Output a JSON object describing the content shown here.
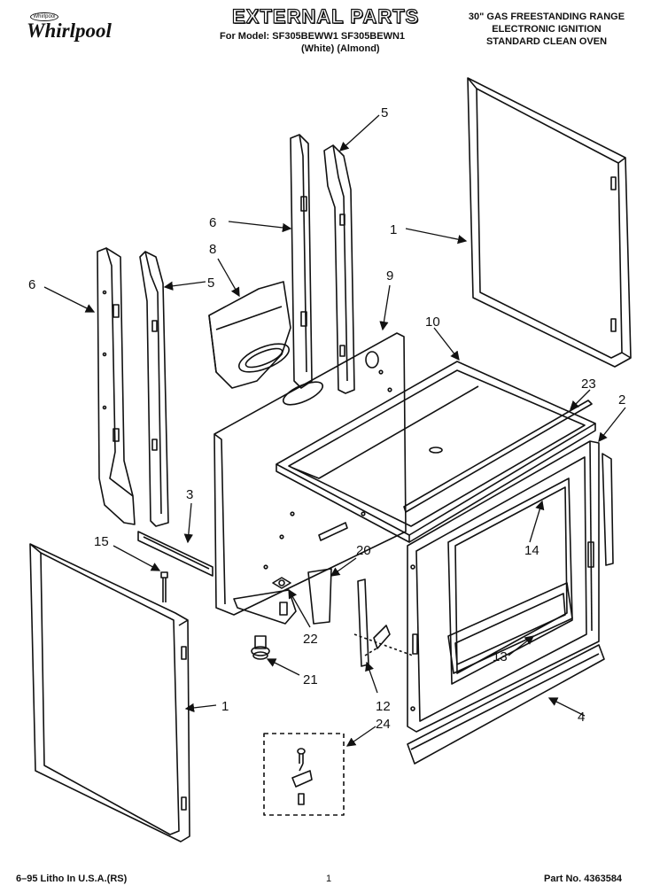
{
  "header": {
    "brand_badge": "Whirlpool",
    "brand": "Whirlpool",
    "title": "EXTERNAL PARTS",
    "model_line": "For Model: SF305BEWW1  SF305BEWN1",
    "variant_line": "(White)     (Almond)",
    "right_lines": [
      "30\" GAS FREESTANDING RANGE",
      "ELECTRONIC IGNITION",
      "STANDARD CLEAN OVEN"
    ]
  },
  "callouts": {
    "c1a": "1",
    "c1b": "1",
    "c2": "2",
    "c3": "3",
    "c4": "4",
    "c5a": "5",
    "c5b": "5",
    "c6a": "6",
    "c6b": "6",
    "c8": "8",
    "c9": "9",
    "c10": "10",
    "c12": "12",
    "c13": "13",
    "c14": "14",
    "c15": "15",
    "c20": "20",
    "c21": "21",
    "c22": "22",
    "c23": "23",
    "c24": "24"
  },
  "footer": {
    "left": "6–95 Litho In U.S.A.(RS)",
    "page": "1",
    "part_no": "Part No. 4363584"
  }
}
